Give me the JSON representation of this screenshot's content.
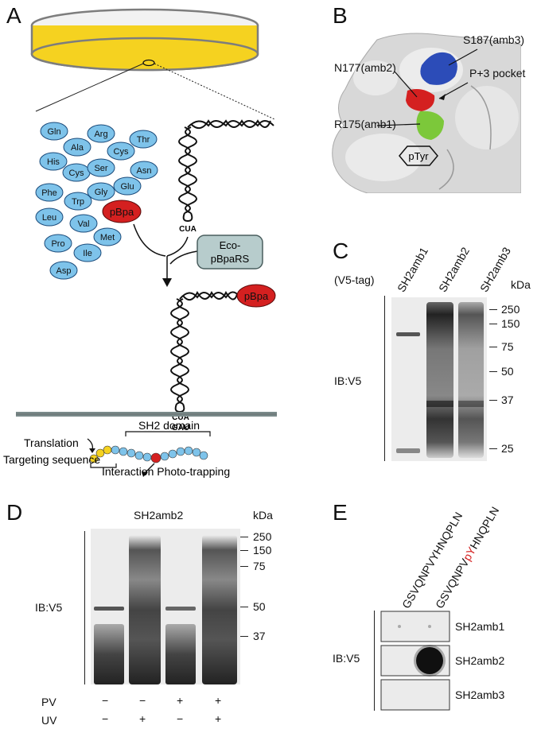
{
  "panels": {
    "A": "A",
    "B": "B",
    "C": "C",
    "D": "D",
    "E": "E"
  },
  "panel_a": {
    "amino_acids": [
      "Gln",
      "Arg",
      "Thr",
      "Ala",
      "Cys",
      "His",
      "Cys",
      "Ser",
      "Asn",
      "Glu",
      "Phe",
      "Trp",
      "Gly",
      "Leu",
      "Val",
      "Met",
      "Pro",
      "Ile",
      "Asp"
    ],
    "pbpa": "pBpa",
    "anticodon_top": "CUA",
    "enzyme": [
      "Eco-",
      "pBpaRS"
    ],
    "pbpa_charged": "pBpa",
    "anticodon_bottom": "CUA",
    "codon": "GAU",
    "translation": "Translation",
    "sh2_domain": "SH2 domain",
    "targeting_sequence": "Targeting sequence",
    "photo_trapping": "Interaction Photo-trapping"
  },
  "panel_b": {
    "s187": "S187(amb3)",
    "n177": "N177(amb2)",
    "p3": "P+3 pocket",
    "r175": "R175(amb1)",
    "ptyr": "pTyr"
  },
  "panel_c": {
    "v5tag": "(V5-tag)",
    "lanes": [
      "SH2amb1",
      "SH2amb2",
      "SH2amb3"
    ],
    "kda": "kDa",
    "ib": "IB:V5",
    "markers": [
      "250",
      "150",
      "75",
      "50",
      "37",
      "25"
    ]
  },
  "panel_d": {
    "title": "SH2amb2",
    "kda": "kDa",
    "ib": "IB:V5",
    "markers": [
      "250",
      "150",
      "75",
      "50",
      "37"
    ],
    "pv_label": "PV",
    "uv_label": "UV",
    "pv": [
      "−",
      "−",
      "+",
      "+"
    ],
    "uv": [
      "−",
      "+",
      "−",
      "+"
    ]
  },
  "panel_e": {
    "peptide1": "GSVQNPVYHNQPLN",
    "peptide2_pre": "GSVQNPV",
    "peptide2_py": "pY",
    "peptide2_post": "HNQPLN",
    "ib": "IB:V5",
    "rows": [
      "SH2amb1",
      "SH2amb2",
      "SH2amb3"
    ]
  },
  "colors": {
    "pbpa_red": "#d42020",
    "aa_blue": "#7ec3ea",
    "dish_yellow": "#f5d220",
    "ptyr_red": "#d42020"
  }
}
